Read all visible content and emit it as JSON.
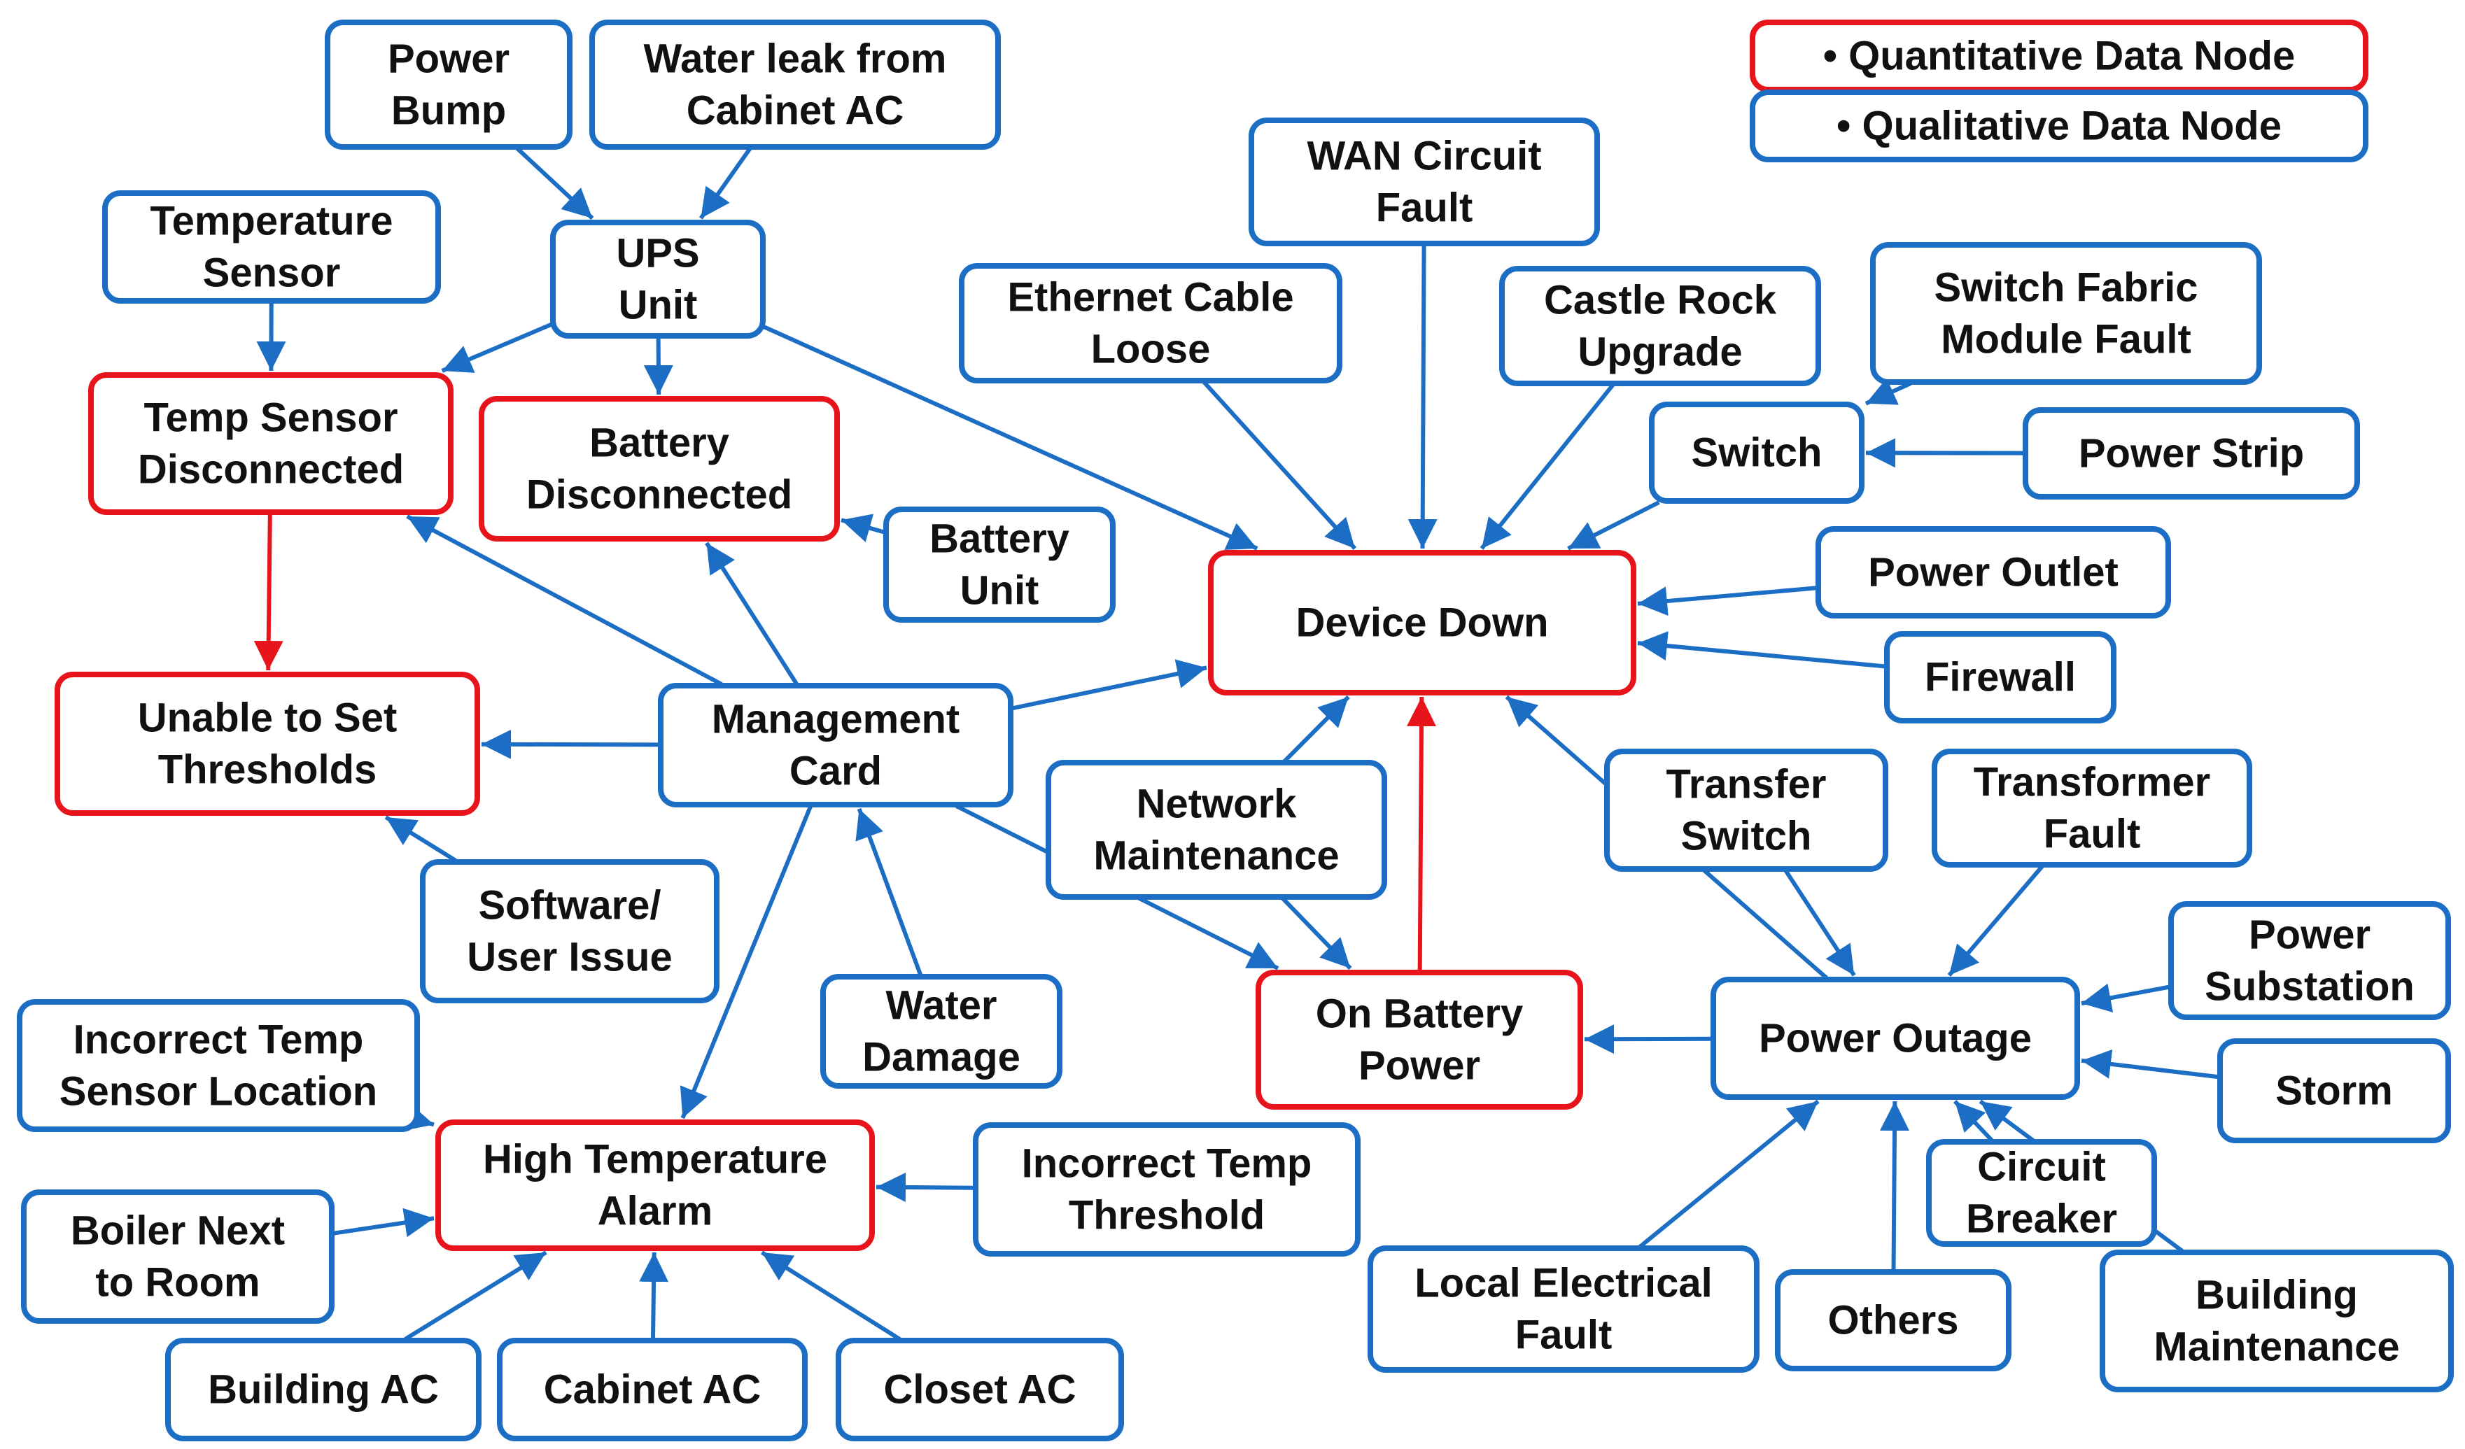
{
  "colors": {
    "quantitative": "#e8141b",
    "qualitative": "#1c6ec4",
    "text": "#111111"
  },
  "legend": [
    {
      "id": "legend_quant",
      "label": "• Quantitative Data Node",
      "kind": "quantitative"
    },
    {
      "id": "legend_qual",
      "label": "• Qualitative Data Node",
      "kind": "qualitative"
    }
  ],
  "nodes": [
    {
      "id": "power_bump",
      "lines": [
        "Power",
        "Bump"
      ],
      "kind": "qualitative"
    },
    {
      "id": "water_leak",
      "lines": [
        "Water leak from",
        "Cabinet AC"
      ],
      "kind": "qualitative"
    },
    {
      "id": "temp_sensor",
      "lines": [
        "Temperature",
        "Sensor"
      ],
      "kind": "qualitative"
    },
    {
      "id": "ups_unit",
      "lines": [
        "UPS",
        "Unit"
      ],
      "kind": "qualitative"
    },
    {
      "id": "wan_fault",
      "lines": [
        "WAN Circuit",
        "Fault"
      ],
      "kind": "qualitative"
    },
    {
      "id": "ethernet",
      "lines": [
        "Ethernet Cable",
        "Loose"
      ],
      "kind": "qualitative"
    },
    {
      "id": "castle_rock",
      "lines": [
        "Castle Rock",
        "Upgrade"
      ],
      "kind": "qualitative"
    },
    {
      "id": "switch_fabric",
      "lines": [
        "Switch Fabric",
        "Module Fault"
      ],
      "kind": "qualitative"
    },
    {
      "id": "switch",
      "lines": [
        "Switch"
      ],
      "kind": "qualitative"
    },
    {
      "id": "power_strip",
      "lines": [
        "Power Strip"
      ],
      "kind": "qualitative"
    },
    {
      "id": "temp_disc",
      "lines": [
        "Temp Sensor",
        "Disconnected"
      ],
      "kind": "quantitative"
    },
    {
      "id": "battery_disc",
      "lines": [
        "Battery",
        "Disconnected"
      ],
      "kind": "quantitative"
    },
    {
      "id": "battery_unit",
      "lines": [
        "Battery",
        "Unit"
      ],
      "kind": "qualitative"
    },
    {
      "id": "device_down",
      "lines": [
        "Device Down"
      ],
      "kind": "quantitative"
    },
    {
      "id": "power_outlet",
      "lines": [
        "Power Outlet"
      ],
      "kind": "qualitative"
    },
    {
      "id": "firewall",
      "lines": [
        "Firewall"
      ],
      "kind": "qualitative"
    },
    {
      "id": "unable_thresh",
      "lines": [
        "Unable to Set",
        "Thresholds"
      ],
      "kind": "quantitative"
    },
    {
      "id": "mgmt_card",
      "lines": [
        "Management",
        "Card"
      ],
      "kind": "qualitative"
    },
    {
      "id": "net_maint",
      "lines": [
        "Network",
        "Maintenance"
      ],
      "kind": "qualitative"
    },
    {
      "id": "transfer_switch",
      "lines": [
        "Transfer",
        "Switch"
      ],
      "kind": "qualitative"
    },
    {
      "id": "transformer",
      "lines": [
        "Transformer",
        "Fault"
      ],
      "kind": "qualitative"
    },
    {
      "id": "software",
      "lines": [
        "Software/",
        "User Issue"
      ],
      "kind": "qualitative"
    },
    {
      "id": "power_sub",
      "lines": [
        "Power",
        "Substation"
      ],
      "kind": "qualitative"
    },
    {
      "id": "water_damage",
      "lines": [
        "Water",
        "Damage"
      ],
      "kind": "qualitative"
    },
    {
      "id": "on_battery",
      "lines": [
        "On Battery",
        "Power"
      ],
      "kind": "quantitative"
    },
    {
      "id": "power_outage",
      "lines": [
        "Power Outage"
      ],
      "kind": "qualitative"
    },
    {
      "id": "storm",
      "lines": [
        "Storm"
      ],
      "kind": "qualitative"
    },
    {
      "id": "incorrect_loc",
      "lines": [
        "Incorrect Temp",
        "Sensor Location"
      ],
      "kind": "qualitative"
    },
    {
      "id": "high_temp",
      "lines": [
        "High Temperature",
        "Alarm"
      ],
      "kind": "quantitative"
    },
    {
      "id": "incorrect_thresh",
      "lines": [
        "Incorrect Temp",
        "Threshold"
      ],
      "kind": "qualitative"
    },
    {
      "id": "circuit_breaker",
      "lines": [
        "Circuit",
        "Breaker"
      ],
      "kind": "qualitative"
    },
    {
      "id": "boiler",
      "lines": [
        "Boiler Next",
        "to Room"
      ],
      "kind": "qualitative"
    },
    {
      "id": "local_elec",
      "lines": [
        "Local Electrical",
        "Fault"
      ],
      "kind": "qualitative"
    },
    {
      "id": "others",
      "lines": [
        "Others"
      ],
      "kind": "qualitative"
    },
    {
      "id": "building_maint",
      "lines": [
        "Building",
        "Maintenance"
      ],
      "kind": "qualitative"
    },
    {
      "id": "building_ac",
      "lines": [
        "Building AC"
      ],
      "kind": "qualitative"
    },
    {
      "id": "cabinet_ac",
      "lines": [
        "Cabinet AC"
      ],
      "kind": "qualitative"
    },
    {
      "id": "closet_ac",
      "lines": [
        "Closet AC"
      ],
      "kind": "qualitative"
    }
  ],
  "edges": [
    {
      "from": "power_bump",
      "to": "ups_unit",
      "kind": "qualitative"
    },
    {
      "from": "water_leak",
      "to": "ups_unit",
      "kind": "qualitative"
    },
    {
      "from": "temp_sensor",
      "to": "temp_disc",
      "kind": "qualitative"
    },
    {
      "from": "ups_unit",
      "to": "temp_disc",
      "kind": "qualitative"
    },
    {
      "from": "ups_unit",
      "to": "battery_disc",
      "kind": "qualitative"
    },
    {
      "from": "ups_unit",
      "to": "device_down",
      "kind": "qualitative"
    },
    {
      "from": "wan_fault",
      "to": "device_down",
      "kind": "qualitative"
    },
    {
      "from": "ethernet",
      "to": "device_down",
      "kind": "qualitative"
    },
    {
      "from": "castle_rock",
      "to": "device_down",
      "kind": "qualitative"
    },
    {
      "from": "switch",
      "to": "device_down",
      "kind": "qualitative"
    },
    {
      "from": "switch_fabric",
      "to": "switch",
      "kind": "qualitative"
    },
    {
      "from": "power_strip",
      "to": "switch",
      "kind": "qualitative"
    },
    {
      "from": "battery_unit",
      "to": "battery_disc",
      "kind": "qualitative"
    },
    {
      "from": "power_outlet",
      "to": "device_down",
      "kind": "qualitative"
    },
    {
      "from": "firewall",
      "to": "device_down",
      "kind": "qualitative"
    },
    {
      "from": "temp_disc",
      "to": "unable_thresh",
      "kind": "quantitative"
    },
    {
      "from": "mgmt_card",
      "to": "temp_disc",
      "kind": "qualitative"
    },
    {
      "from": "mgmt_card",
      "to": "battery_disc",
      "kind": "qualitative"
    },
    {
      "from": "mgmt_card",
      "to": "device_down",
      "kind": "qualitative"
    },
    {
      "from": "mgmt_card",
      "to": "unable_thresh",
      "kind": "qualitative"
    },
    {
      "from": "mgmt_card",
      "to": "on_battery",
      "kind": "qualitative"
    },
    {
      "from": "mgmt_card",
      "to": "high_temp",
      "kind": "qualitative"
    },
    {
      "from": "software",
      "to": "unable_thresh",
      "kind": "qualitative"
    },
    {
      "from": "water_damage",
      "to": "mgmt_card",
      "kind": "qualitative"
    },
    {
      "from": "net_maint",
      "to": "device_down",
      "kind": "qualitative"
    },
    {
      "from": "net_maint",
      "to": "on_battery",
      "kind": "qualitative"
    },
    {
      "from": "on_battery",
      "to": "device_down",
      "kind": "quantitative"
    },
    {
      "from": "power_outage",
      "to": "device_down",
      "kind": "qualitative"
    },
    {
      "from": "power_outage",
      "to": "on_battery",
      "kind": "qualitative"
    },
    {
      "from": "transfer_switch",
      "to": "power_outage",
      "kind": "qualitative"
    },
    {
      "from": "transformer",
      "to": "power_outage",
      "kind": "qualitative"
    },
    {
      "from": "power_sub",
      "to": "power_outage",
      "kind": "qualitative"
    },
    {
      "from": "storm",
      "to": "power_outage",
      "kind": "qualitative"
    },
    {
      "from": "circuit_breaker",
      "to": "power_outage",
      "kind": "qualitative"
    },
    {
      "from": "building_maint",
      "to": "power_outage",
      "kind": "qualitative"
    },
    {
      "from": "local_elec",
      "to": "power_outage",
      "kind": "qualitative"
    },
    {
      "from": "others",
      "to": "power_outage",
      "kind": "qualitative"
    },
    {
      "from": "incorrect_loc",
      "to": "high_temp",
      "kind": "qualitative"
    },
    {
      "from": "boiler",
      "to": "high_temp",
      "kind": "qualitative"
    },
    {
      "from": "incorrect_thresh",
      "to": "high_temp",
      "kind": "qualitative"
    },
    {
      "from": "building_ac",
      "to": "high_temp",
      "kind": "qualitative"
    },
    {
      "from": "cabinet_ac",
      "to": "high_temp",
      "kind": "qualitative"
    },
    {
      "from": "closet_ac",
      "to": "high_temp",
      "kind": "qualitative"
    }
  ]
}
